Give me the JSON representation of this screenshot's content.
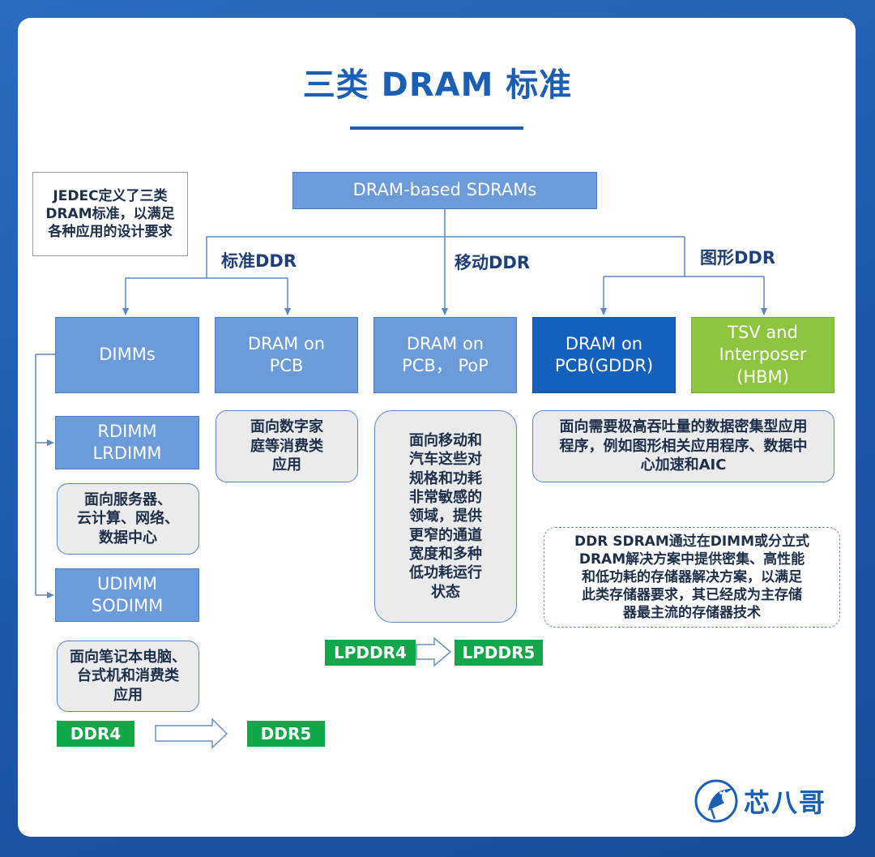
{
  "title": "三类 DRAM 标准",
  "root": "DRAM-based SDRAMs",
  "note": "JEDEC定义了三类DRAM标准，以满足各种应用的设计要求",
  "categories": {
    "standard": "标准DDR",
    "mobile": "移动DDR",
    "graphics": "图形DDR"
  },
  "standard": {
    "dimms": "DIMMs",
    "rdimm": "RDIMM\nLRDIMM",
    "rdimm_desc": "面向服务器、\n云计算、网络、\n数据中心",
    "udimm": "UDIMM\nSODIMM",
    "udimm_desc": "面向笔记本电脑、\n台式机和消费类\n应用",
    "pcb": "DRAM on\nPCB",
    "pcb_desc": "面向数字家\n庭等消费类\n应用",
    "gen_from": "DDR4",
    "gen_to": "DDR5"
  },
  "mobile": {
    "box": "DRAM on\nPCB， PoP",
    "desc": "面向移动和\n汽车这些对\n规格和功耗\n非常敏感的\n领域，提供\n更窄的通道\n宽度和多种\n低功耗运行\n状态",
    "gen_from": "LPDDR4",
    "gen_to": "LPDDR5"
  },
  "graphics": {
    "gddr": "DRAM on\nPCB(GDDR)",
    "hbm": "TSV and\nInterposer\n(HBM)",
    "desc": "面向需要极高吞吐量的数据密集型应用\n程序，例如图形相关应用程序、数据中\n心加速和AIC"
  },
  "summary": "DDR SDRAM通过在DIMM或分立式\nDRAM解决方案中提供密集、高性能\n和低功耗的存储器解决方案，以满足\n此类存储器要求，其已经成为主存储\n器最主流的存储器技术",
  "logo": {
    "icon": "kingfisher-icon",
    "text": "芯八哥"
  },
  "colors": {
    "background": "#1f5fb3",
    "title": "#1a5fb4",
    "box_blue": "#6b9bd8",
    "box_dark_blue": "#1560bd",
    "box_green": "#8cc63f",
    "generation_green": "#12a84a"
  }
}
